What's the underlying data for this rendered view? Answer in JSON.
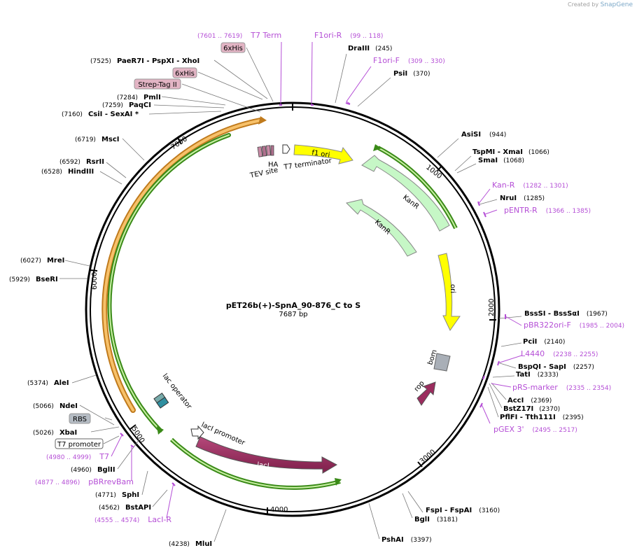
{
  "credit": {
    "text": "Created by",
    "brand": "SnapGene"
  },
  "plasmid": {
    "name": "pET26b(+)-SpnA_90-876_C to S",
    "size_label": "7687 bp",
    "length": 7687
  },
  "ticks": [
    "1000",
    "2000",
    "3000",
    "4000",
    "5000",
    "6000",
    "7000"
  ],
  "enzymes": [
    {
      "pos": "(245)",
      "name": "DraIII"
    },
    {
      "pos": "(370)",
      "name": "PsiI"
    },
    {
      "pos": "(944)",
      "name": "AsiSI"
    },
    {
      "pos": "(1066)",
      "name": "TspMI  - XmaI"
    },
    {
      "pos": "(1068)",
      "name": "SmaI"
    },
    {
      "pos": "(1285)",
      "name": "NruI"
    },
    {
      "pos": "(1967)",
      "name": "BssSI  - BssSαI"
    },
    {
      "pos": "(2140)",
      "name": "PciI"
    },
    {
      "pos": "(2257)",
      "name": "BspQI  - SapI"
    },
    {
      "pos": "(2333)",
      "name": "TatI"
    },
    {
      "pos": "(2369)",
      "name": "AccI"
    },
    {
      "pos": "(2370)",
      "name": "BstZ17I"
    },
    {
      "pos": "(2395)",
      "name": "PflFI  - Tth111I"
    },
    {
      "pos": "(3160)",
      "name": "FspI  - FspAI"
    },
    {
      "pos": "(3181)",
      "name": "BglI"
    },
    {
      "pos": "(3397)",
      "name": "PshAI"
    },
    {
      "pos": "(4238)",
      "name": "MluI"
    },
    {
      "pos": "(4562)",
      "name": "BstAPI"
    },
    {
      "pos": "(4771)",
      "name": "SphI"
    },
    {
      "pos": "(4960)",
      "name": "BglII"
    },
    {
      "pos": "(5026)",
      "name": "XbaI"
    },
    {
      "pos": "(5066)",
      "name": "NdeI"
    },
    {
      "pos": "(5374)",
      "name": "AleI"
    },
    {
      "pos": "(5929)",
      "name": "BseRI"
    },
    {
      "pos": "(6027)",
      "name": "MreI"
    },
    {
      "pos": "(6528)",
      "name": "HindIII"
    },
    {
      "pos": "(6592)",
      "name": "RsrII"
    },
    {
      "pos": "(6719)",
      "name": "MscI"
    },
    {
      "pos": "(7160)",
      "name": "CsiI  - SexAI *"
    },
    {
      "pos": "(7259)",
      "name": "PaqCI"
    },
    {
      "pos": "(7284)",
      "name": "PmlI"
    },
    {
      "pos": "(7525)",
      "name": "PaeR7I  - PspXI  - XhoI"
    }
  ],
  "primers": [
    {
      "name": "F1ori-R",
      "range": "(99 .. 118)"
    },
    {
      "name": "F1ori-F",
      "range": "(309 .. 330)"
    },
    {
      "name": "Kan-R",
      "range": "(1282 .. 1301)"
    },
    {
      "name": "pENTR-R",
      "range": "(1366 .. 1385)"
    },
    {
      "name": "pBR322ori-F",
      "range": "(1985 .. 2004)"
    },
    {
      "name": "L4440",
      "range": "(2238 .. 2255)"
    },
    {
      "name": "pRS-marker",
      "range": "(2335 .. 2354)"
    },
    {
      "name": "pGEX 3'",
      "range": "(2495 .. 2517)"
    },
    {
      "name": "LacI-R",
      "range": "(4555 .. 4574)"
    },
    {
      "name": "pBRrevBam",
      "range": "(4877 .. 4896)"
    },
    {
      "name": "T7",
      "range": "(4980 .. 4999)"
    },
    {
      "name": "T7 Term",
      "range": "(7601 .. 7619)"
    }
  ],
  "features": {
    "his1": "6xHis",
    "his2": "6xHis",
    "strep": "Strep-Tag II",
    "rbs": "RBS",
    "t7_promoter": "T7 promoter",
    "ha": "HA",
    "tev": "TEV site",
    "t7_term": "T7 terminator",
    "f1_ori": "f1 ori",
    "kanr1": "KanR",
    "kanr2": "KanR",
    "ori": "ori",
    "bom": "bom",
    "rop": "rop",
    "laci": "lacI",
    "laci_promoter": "lacI promoter",
    "lac_operator": "lac operator"
  },
  "colors": {
    "primer": "#b54fd6",
    "f1_ori": "#ffff00",
    "kanr": "#c6f7c6",
    "laci": "#9b2c5e",
    "tag": "#e2b4c4",
    "orf_orange": "#f2a636",
    "orf_green": "#3a8a18"
  }
}
